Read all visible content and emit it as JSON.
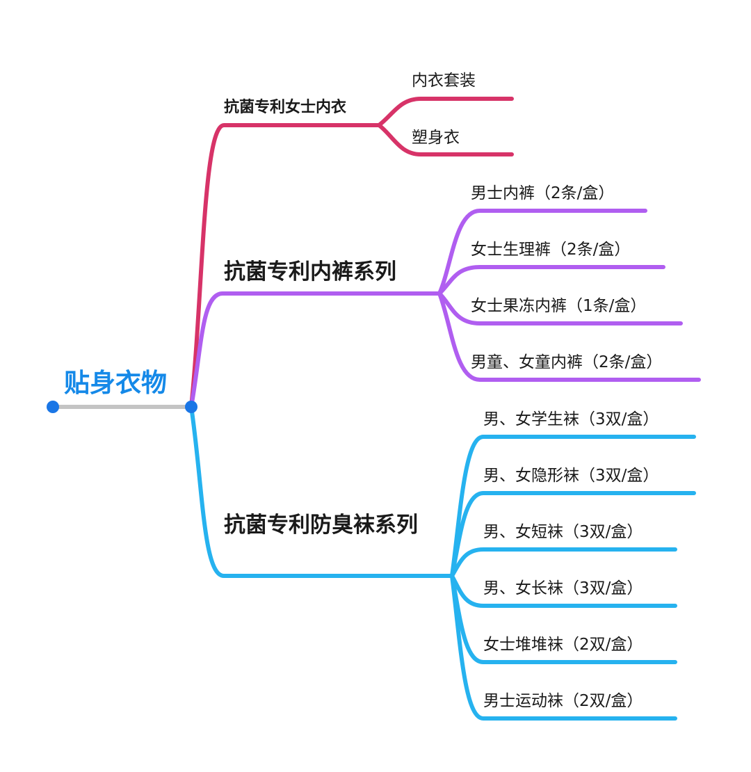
{
  "colors": {
    "root": "#1589e8",
    "root_line": "#c4c4c4",
    "root_dot": "#1a76e6",
    "branch1": "#d73368",
    "branch2": "#b05ef0",
    "branch3": "#26b2ef",
    "text": "#1a1a1a"
  },
  "root": {
    "label": "贴身衣物"
  },
  "branches": [
    {
      "label": "抗菌专利女士内衣",
      "children": [
        "内衣套装",
        "塑身衣"
      ]
    },
    {
      "label": "抗菌专利内裤系列",
      "children": [
        "男士内裤（2条/盒）",
        "女士生理裤（2条/盒）",
        "女士果冻内裤（1条/盒）",
        "男童、女童内裤（2条/盒）"
      ]
    },
    {
      "label": "抗菌专利防臭袜系列",
      "children": [
        "男、女学生袜（3双/盒）",
        "男、女隐形袜（3双/盒）",
        "男、女短袜（3双/盒）",
        "男、女长袜（3双/盒）",
        "女士堆堆袜（2双/盒）",
        "男士运动袜（2双/盒）"
      ]
    }
  ]
}
